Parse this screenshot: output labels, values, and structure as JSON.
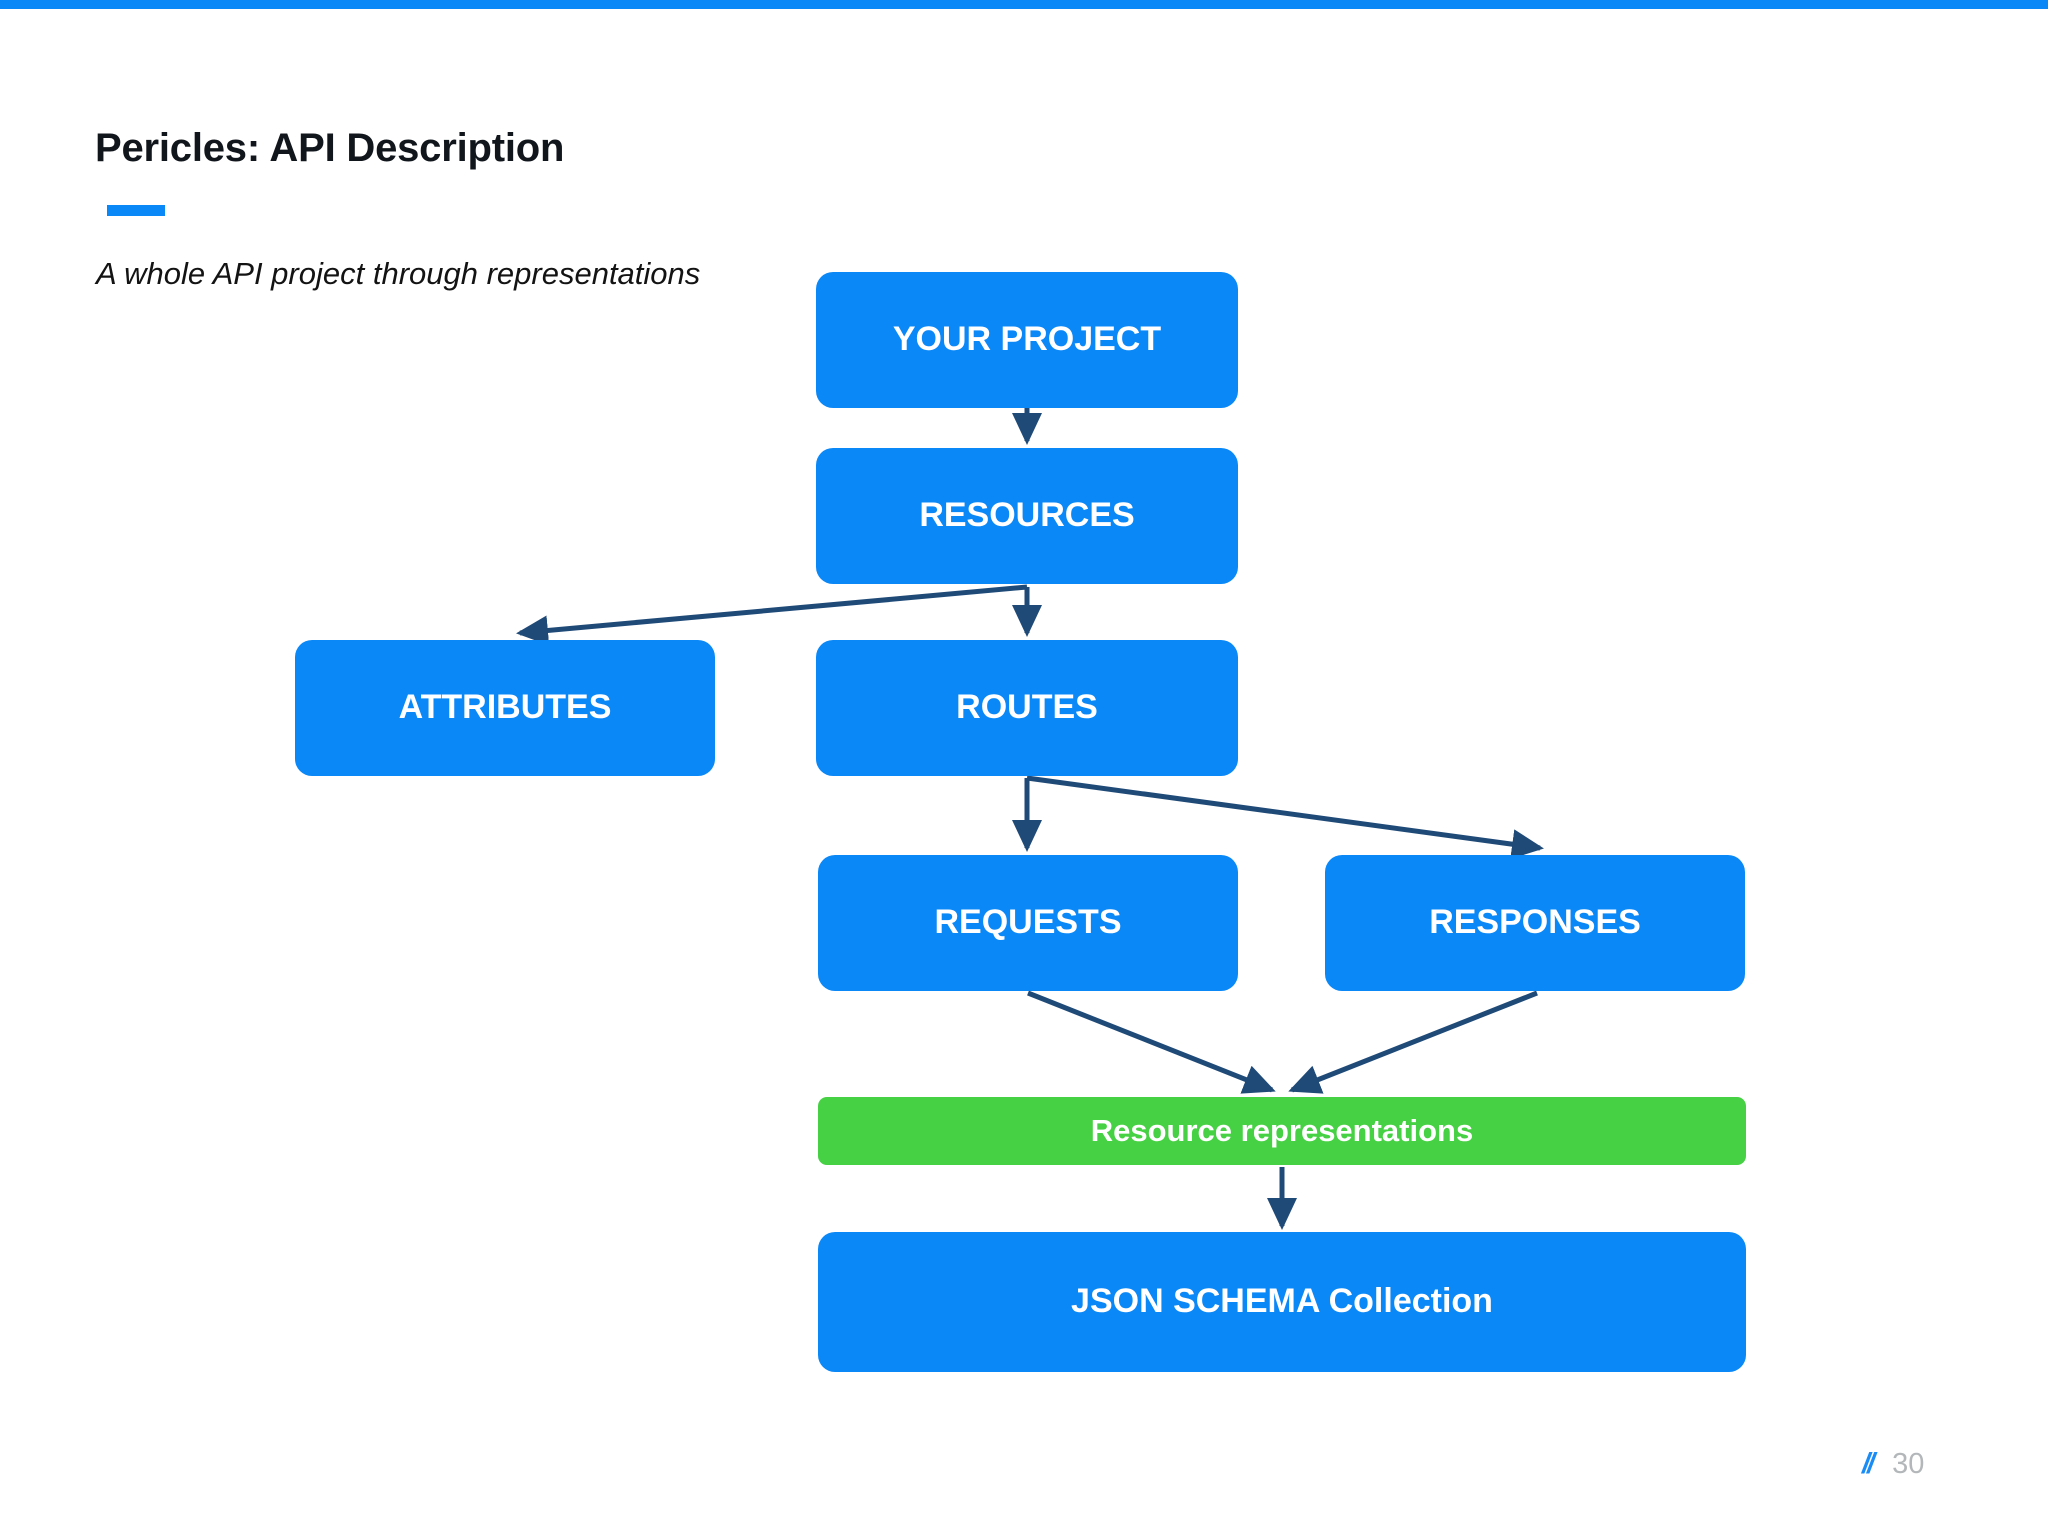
{
  "slide": {
    "title": "Pericles: API Description",
    "subtitle": "A whole API project through representations",
    "page_number": "30",
    "footer_mark": "//",
    "colors": {
      "accent_blue": "#0b88f8",
      "node_blue": "#0b88f8",
      "node_green": "#46d043",
      "connector_navy": "#1f4a78",
      "title_text": "#11161c",
      "page_number_text": "#b4b7ba",
      "background": "#ffffff"
    }
  },
  "diagram": {
    "type": "flowchart",
    "nodes": [
      {
        "id": "your-project",
        "label": "YOUR PROJECT",
        "color": "#0b88f8"
      },
      {
        "id": "resources",
        "label": "RESOURCES",
        "color": "#0b88f8"
      },
      {
        "id": "attributes",
        "label": "ATTRIBUTES",
        "color": "#0b88f8"
      },
      {
        "id": "routes",
        "label": "ROUTES",
        "color": "#0b88f8"
      },
      {
        "id": "requests",
        "label": "REQUESTS",
        "color": "#0b88f8"
      },
      {
        "id": "responses",
        "label": "RESPONSES",
        "color": "#0b88f8"
      },
      {
        "id": "resource-representations",
        "label": "Resource representations",
        "color": "#46d043"
      },
      {
        "id": "json-schema",
        "label": "JSON SCHEMA Collection",
        "color": "#0b88f8"
      }
    ],
    "edges": [
      {
        "from": "your-project",
        "to": "resources"
      },
      {
        "from": "resources",
        "to": "attributes"
      },
      {
        "from": "resources",
        "to": "routes"
      },
      {
        "from": "routes",
        "to": "requests"
      },
      {
        "from": "routes",
        "to": "responses"
      },
      {
        "from": "requests",
        "to": "resource-representations"
      },
      {
        "from": "responses",
        "to": "resource-representations"
      },
      {
        "from": "resource-representations",
        "to": "json-schema"
      }
    ]
  }
}
